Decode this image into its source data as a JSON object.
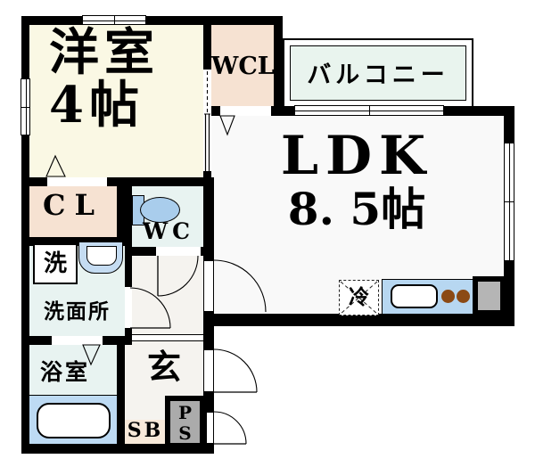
{
  "plan_type": "apartment-floor-plan",
  "rooms": {
    "western_room": {
      "name": "洋室",
      "size": "4帖",
      "color": "#FAF8E4"
    },
    "wcl": {
      "name": "WCL",
      "color": "#F6E2D2"
    },
    "balcony": {
      "name": "バルコニー",
      "color": "#E9F4EE"
    },
    "ldk": {
      "name": "LDK",
      "size": "8. 5帖",
      "color": "#F9F9F9"
    },
    "closet": {
      "name": "CL",
      "color": "#F6E2D2"
    },
    "wc": {
      "name": "WC",
      "color": "#E8F3F1"
    },
    "washroom": {
      "name": "洗面所",
      "color": "#E8F3F1"
    },
    "bathroom": {
      "name": "浴室",
      "color": "#E8F3F1"
    },
    "hallway": {
      "color": "#F5F3EF"
    },
    "entrance": {
      "name": "玄",
      "color": "#F5F3EF"
    },
    "shoe_box": {
      "name": "SB",
      "color": "#F8E9D9"
    },
    "pipe_space": {
      "line1": "P",
      "line2": "S",
      "color": "#ABABAB"
    }
  },
  "fixtures": {
    "washing_machine": {
      "label": "洗",
      "color": "#FFFFFF"
    },
    "refrigerator": {
      "label": "冷"
    },
    "kitchen": {
      "counter_color": "#B7D7F1",
      "sink_color": "#FFFFFF",
      "burner_color": "#8B4A15"
    },
    "toilet_color": "#A9CDEC",
    "vanity_color": "#C5DCF2",
    "bathtub_deck_color": "#BDDAF3",
    "bathtub_color": "#FFFFFF",
    "duct_color": "#B5B5B5"
  },
  "colors": {
    "wall": "#000000",
    "background": "#FFFFFF"
  }
}
